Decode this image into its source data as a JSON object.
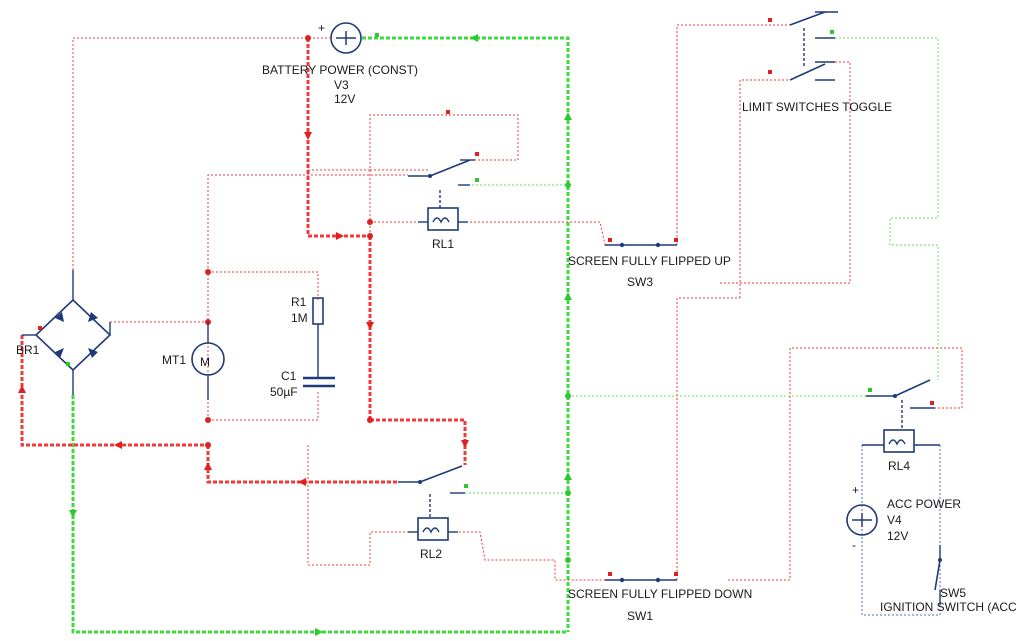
{
  "components": {
    "battery": {
      "name": "BATTERY POWER (CONST)",
      "ref": "V3",
      "value": "12V"
    },
    "relay1": {
      "ref": "RL1"
    },
    "relay2": {
      "ref": "RL2"
    },
    "relay4": {
      "ref": "RL4"
    },
    "bridge": {
      "ref": "BR1"
    },
    "motor": {
      "ref": "MT1",
      "symbol": "M"
    },
    "resistor": {
      "ref": "R1",
      "value": "1M"
    },
    "capacitor": {
      "ref": "C1",
      "value": "50µF"
    },
    "sw3": {
      "name": "SCREEN FULLY FLIPPED UP",
      "ref": "SW3"
    },
    "sw1": {
      "name": "SCREEN FULLY FLIPPED DOWN",
      "ref": "SW1"
    },
    "limit": {
      "name": "LIMIT SWITCHES TOGGLE"
    },
    "acc": {
      "name": "ACC POWER",
      "ref": "V4",
      "value": "12V"
    },
    "sw5": {
      "ref": "SW5",
      "name": "IGNITION SWITCH (ACC"
    }
  },
  "colors": {
    "live_wire": "#f03a3a",
    "ground_wire": "#3fd93f",
    "acc_wire": "#4a6fd0",
    "component": "#1f3a7a"
  },
  "polarity": {
    "plus": "+",
    "minus": "-"
  }
}
